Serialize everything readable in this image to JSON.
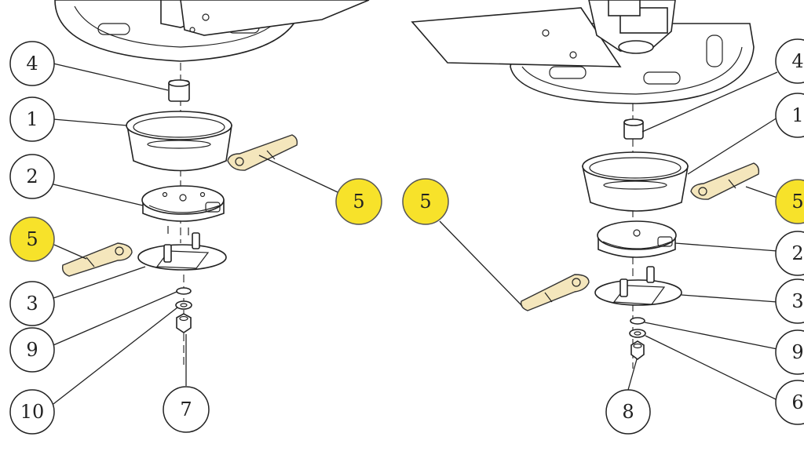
{
  "diagram": {
    "highlight_color": "#f7e22a",
    "blade_color": "#f4e6bc",
    "callouts_left": [
      {
        "id": "callout-left-4",
        "label": "4"
      },
      {
        "id": "callout-left-1",
        "label": "1"
      },
      {
        "id": "callout-left-2",
        "label": "2"
      },
      {
        "id": "callout-left-5a",
        "label": "5",
        "highlighted": true
      },
      {
        "id": "callout-left-3",
        "label": "3"
      },
      {
        "id": "callout-left-9",
        "label": "9"
      },
      {
        "id": "callout-left-10",
        "label": "10"
      },
      {
        "id": "callout-left-7",
        "label": "7"
      },
      {
        "id": "callout-left-5b",
        "label": "5",
        "highlighted": true
      }
    ],
    "callouts_right": [
      {
        "id": "callout-right-5a",
        "label": "5",
        "highlighted": true
      },
      {
        "id": "callout-right-4",
        "label": "4"
      },
      {
        "id": "callout-right-1",
        "label": "1"
      },
      {
        "id": "callout-right-5b",
        "label": "5",
        "highlighted": true
      },
      {
        "id": "callout-right-2",
        "label": "2"
      },
      {
        "id": "callout-right-3",
        "label": "3"
      },
      {
        "id": "callout-right-9",
        "label": "9"
      },
      {
        "id": "callout-right-6",
        "label": "6"
      },
      {
        "id": "callout-right-8",
        "label": "8"
      }
    ]
  }
}
